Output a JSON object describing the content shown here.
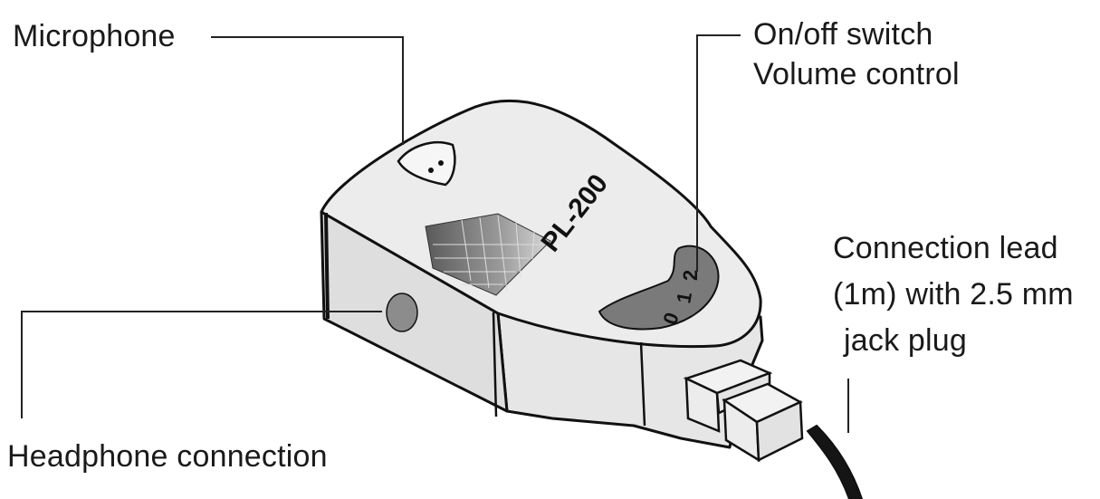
{
  "labels": {
    "microphone": "Microphone",
    "on_off_switch": "On/off switch",
    "volume_control": "Volume control",
    "connection_lead_line1": "Connection lead",
    "connection_lead_line2": "(1m) with 2.5 mm",
    "connection_lead_line3": "jack plug",
    "headphone_connection": "Headphone connection"
  },
  "device": {
    "model": "PL-200",
    "dial_markings": [
      "0",
      "1",
      "2"
    ]
  },
  "colors": {
    "outline": "#111111",
    "body_top": "#ececec",
    "body_side": "#e2e2e2",
    "dial": "#7a7a7a",
    "headphone_jack": "#8c8c8c",
    "cable": "#151515"
  }
}
